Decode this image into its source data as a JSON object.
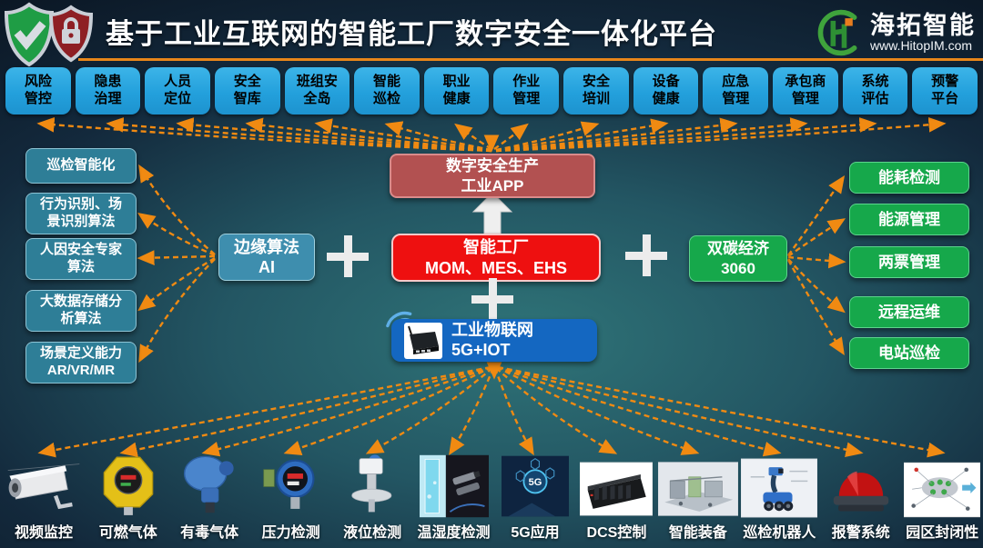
{
  "header": {
    "title": "基于工业互联网的智能工厂数字安全一体化平台",
    "brand_name": "海拓智能",
    "brand_url": "www.HitopIM.com"
  },
  "modules": [
    {
      "l1": "风险",
      "l2": "管控"
    },
    {
      "l1": "隐患",
      "l2": "治理"
    },
    {
      "l1": "人员",
      "l2": "定位"
    },
    {
      "l1": "安全",
      "l2": "智库"
    },
    {
      "l1": "班组安",
      "l2": "全岛"
    },
    {
      "l1": "智能",
      "l2": "巡检"
    },
    {
      "l1": "职业",
      "l2": "健康"
    },
    {
      "l1": "作业",
      "l2": "管理"
    },
    {
      "l1": "安全",
      "l2": "培训"
    },
    {
      "l1": "设备",
      "l2": "健康"
    },
    {
      "l1": "应急",
      "l2": "管理"
    },
    {
      "l1": "承包商",
      "l2": "管理"
    },
    {
      "l1": "系统",
      "l2": "评估"
    },
    {
      "l1": "预警",
      "l2": "平台"
    }
  ],
  "left_capabilities": [
    {
      "l1": "巡检智能化",
      "l2": ""
    },
    {
      "l1": "行为识别、场",
      "l2": "景识别算法"
    },
    {
      "l1": "人因安全专家",
      "l2": "算法"
    },
    {
      "l1": "大数据存储分",
      "l2": "析算法"
    },
    {
      "l1": "场景定义能力",
      "l2": "AR/VR/MR"
    }
  ],
  "center": {
    "edge_ai": {
      "l1": "边缘算法",
      "l2": "AI"
    },
    "app": {
      "l1": "数字安全生产",
      "l2": "工业APP"
    },
    "factory": {
      "l1": "智能工厂",
      "l2": "MOM、MES、EHS"
    },
    "iot": {
      "l1": "工业物联网",
      "l2": "5G+IOT"
    },
    "carbon": {
      "l1": "双碳经济",
      "l2": "3060"
    }
  },
  "right_outcomes": [
    {
      "label": "能耗检测"
    },
    {
      "label": "能源管理"
    },
    {
      "label": "两票管理"
    },
    {
      "label": "远程运维"
    },
    {
      "label": "电站巡检"
    }
  ],
  "devices": [
    {
      "label": "视频监控"
    },
    {
      "label": "可燃气体"
    },
    {
      "label": "有毒气体"
    },
    {
      "label": "压力检测"
    },
    {
      "label": "液位检测"
    },
    {
      "label": "温湿度检测"
    },
    {
      "label": "5G应用",
      "photo_text": "5G"
    },
    {
      "label": "DCS控制"
    },
    {
      "label": "智能装备"
    },
    {
      "label": "巡检机器人"
    },
    {
      "label": "报警系统"
    },
    {
      "label": "园区封闭性"
    }
  ],
  "colors": {
    "accent_orange": "#f08a12",
    "header_line": "#e8861a",
    "module_blue": "#29a8e0",
    "capability_teal": "#2e7e97",
    "edge_ai_teal": "#3e8eae",
    "app_red": "#b25151",
    "factory_red": "#ee1010",
    "iot_blue": "#1467c1",
    "outcome_green": "#16a84b",
    "background_dark": "#0a1522",
    "background_teal": "#2f7478"
  }
}
